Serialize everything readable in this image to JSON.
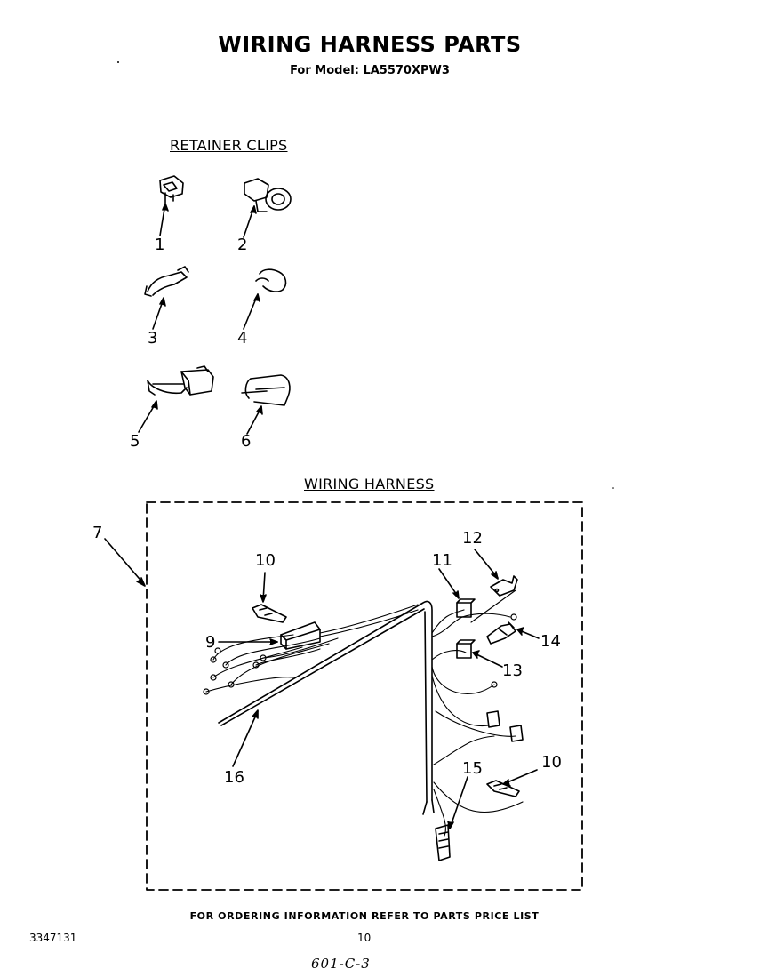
{
  "header": {
    "title": "WIRING HARNESS PARTS",
    "model_line": "For Model: LA5570XPW3"
  },
  "sections": {
    "retainer_clips": "RETAINER CLIPS",
    "wiring_harness": "WIRING HARNESS"
  },
  "callouts": {
    "c1": "1",
    "c2": "2",
    "c3": "3",
    "c4": "4",
    "c5": "5",
    "c6": "6",
    "c7": "7",
    "c9": "9",
    "c10a": "10",
    "c10b": "10",
    "c11": "11",
    "c12": "12",
    "c13": "13",
    "c14": "14",
    "c15": "15",
    "c16": "16"
  },
  "footer": {
    "ordering_info": "FOR ORDERING INFORMATION REFER TO PARTS PRICE LIST",
    "doc_number": "3347131",
    "page_number": "10",
    "handwritten_note": "601-C-3"
  }
}
